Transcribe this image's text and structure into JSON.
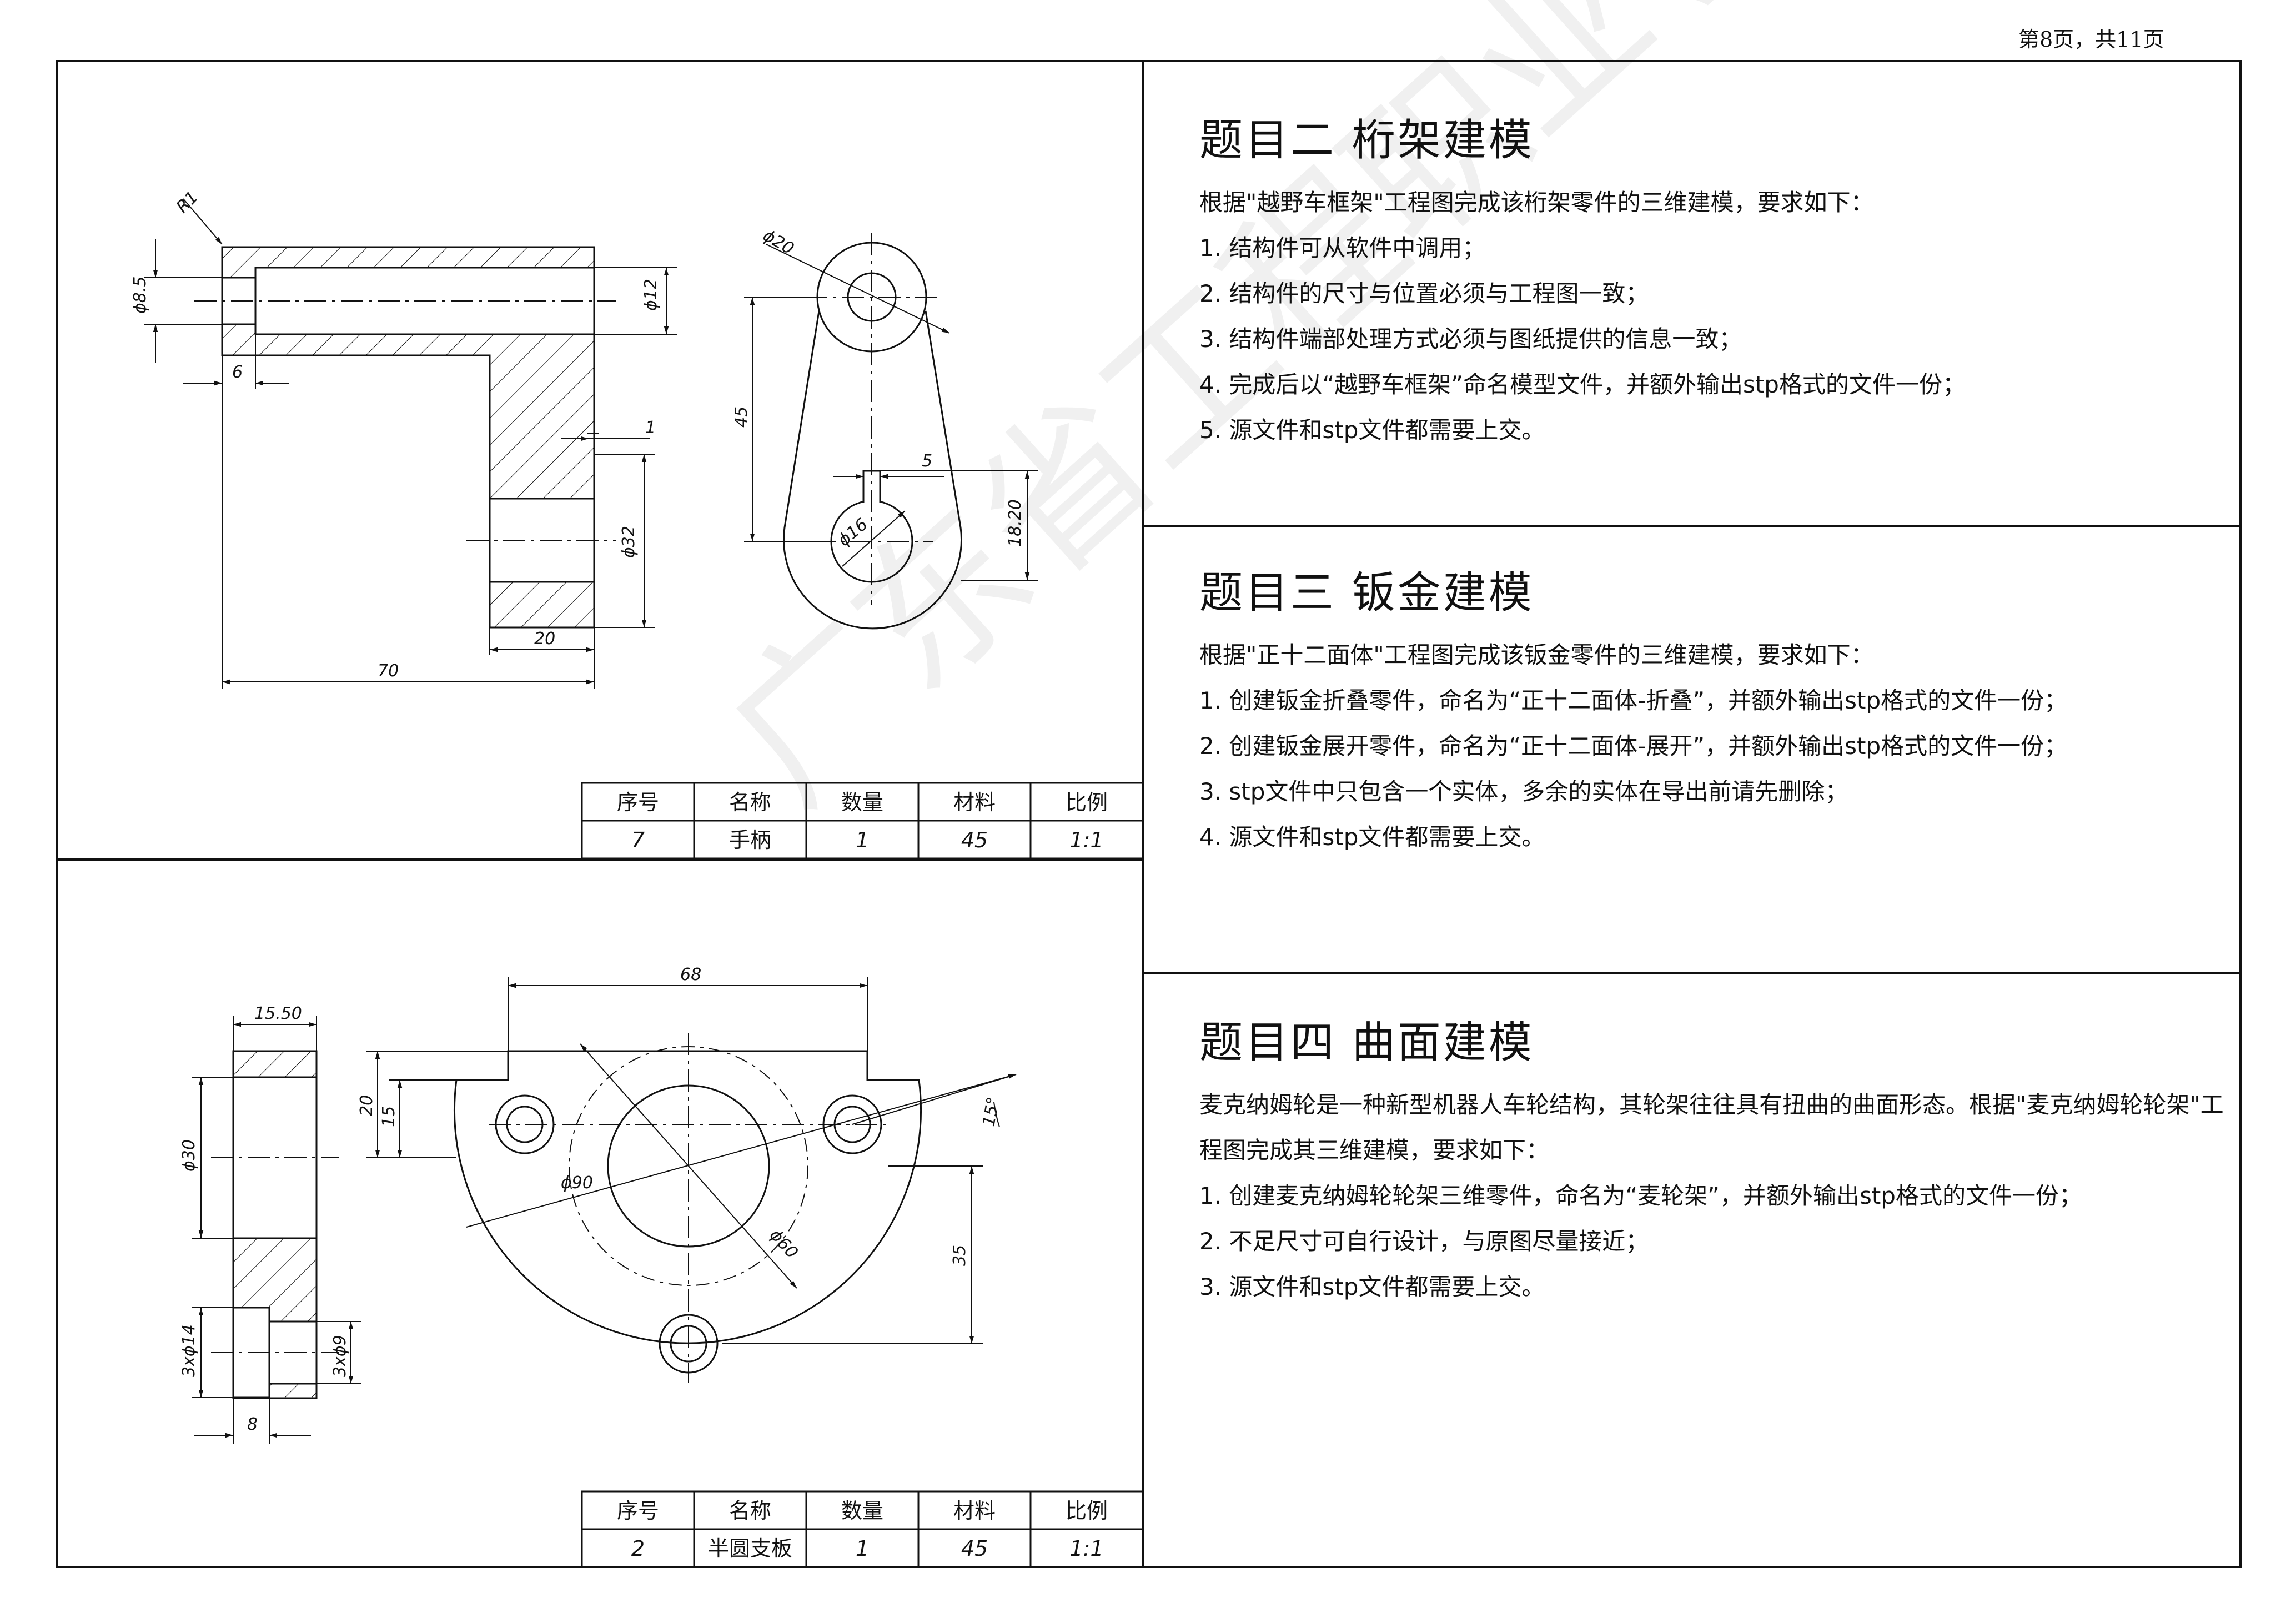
{
  "page_number": "第8页，共11页",
  "watermark": "广东省工程职业学院",
  "drawing1": {
    "dims": {
      "r1": "R1",
      "d85": "ϕ8.5",
      "six": "6",
      "d12": "ϕ12",
      "one": "1",
      "d32": "ϕ32",
      "twenty": "20",
      "seventy": "70",
      "d20": "ϕ20",
      "fortyfive": "45",
      "five": "5",
      "d16": "ϕ16",
      "h1820": "18.20"
    },
    "title_block": {
      "headers": [
        "序号",
        "名称",
        "数量",
        "材料",
        "比例"
      ],
      "row": [
        "7",
        "手柄",
        "1",
        "45",
        "1:1"
      ]
    }
  },
  "drawing2": {
    "dims": {
      "w1550": "15.50",
      "d30": "ϕ30",
      "d14": "3xϕ14",
      "d9": "3xϕ9",
      "eight": "8",
      "sixtyeight": "68",
      "twenty": "20",
      "fifteen": "15",
      "d90": "ϕ90",
      "d60": "ϕ60",
      "thirtyfive": "35",
      "angle15": "15°"
    },
    "title_block": {
      "headers": [
        "序号",
        "名称",
        "数量",
        "材料",
        "比例"
      ],
      "row": [
        "2",
        "半圆支板",
        "1",
        "45",
        "1:1"
      ]
    }
  },
  "tasks": {
    "t2": {
      "title": "题目二  桁架建模",
      "intro": "根据\"越野车框架\"工程图完成该桁架零件的三维建模，要求如下：",
      "items": [
        "1. 结构件可从软件中调用；",
        "2. 结构件的尺寸与位置必须与工程图一致；",
        "3. 结构件端部处理方式必须与图纸提供的信息一致；",
        "4. 完成后以“越野车框架”命名模型文件，并额外输出stp格式的文件一份；",
        "5. 源文件和stp文件都需要上交。"
      ]
    },
    "t3": {
      "title": "题目三  钣金建模",
      "intro": "根据\"正十二面体\"工程图完成该钣金零件的三维建模，要求如下：",
      "items": [
        "1. 创建钣金折叠零件，命名为“正十二面体-折叠”，并额外输出stp格式的文件一份；",
        "2. 创建钣金展开零件，命名为“正十二面体-展开”，并额外输出stp格式的文件一份；",
        "3. stp文件中只包含一个实体，多余的实体在导出前请先删除；",
        "4. 源文件和stp文件都需要上交。"
      ]
    },
    "t4": {
      "title": "题目四  曲面建模",
      "intro": "麦克纳姆轮是一种新型机器人车轮结构，其轮架往往具有扭曲的曲面形态。根据\"麦克纳姆轮轮架\"工程图完成其三维建模，要求如下：",
      "items": [
        "1. 创建麦克纳姆轮轮架三维零件，命名为“麦轮架”，并额外输出stp格式的文件一份；",
        "2. 不足尺寸可自行设计，与原图尽量接近；",
        "3. 源文件和stp文件都需要上交。"
      ]
    }
  }
}
